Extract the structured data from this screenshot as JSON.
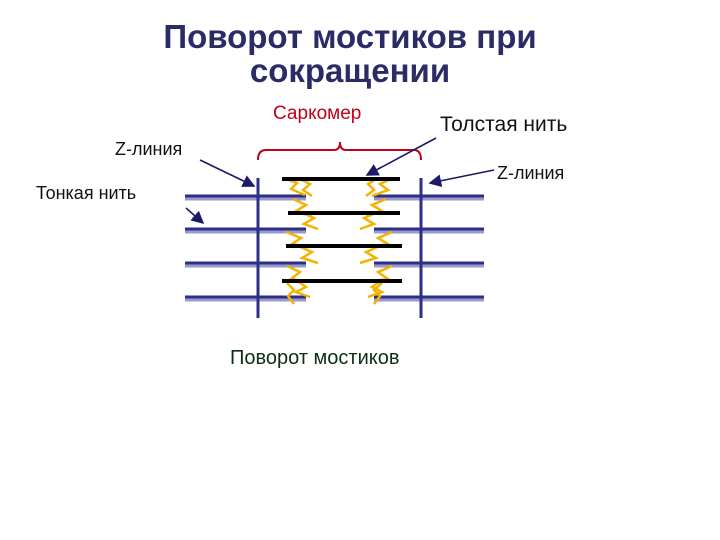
{
  "title": {
    "line1": "Поворот мостиков при",
    "line2": "сокращении"
  },
  "labels": {
    "sarcomere": "Саркомер",
    "thick_filament": "Толстая нить",
    "z_line_left": "Z-линия",
    "z_line_right": "Z-линия",
    "thin_filament": "Тонкая нить",
    "bottom_caption": "Поворот мостиков"
  },
  "colors": {
    "title": "#2b2b66",
    "thin_filament": "#2d2d8a",
    "thin_filament_shadow": "#9a9ac8",
    "z_line": "#2d2d8a",
    "thick_filament": "#000000",
    "cross_bridge": "#f2b400",
    "bracket": "#c0001c",
    "arrow": "#1a1a66"
  }
}
